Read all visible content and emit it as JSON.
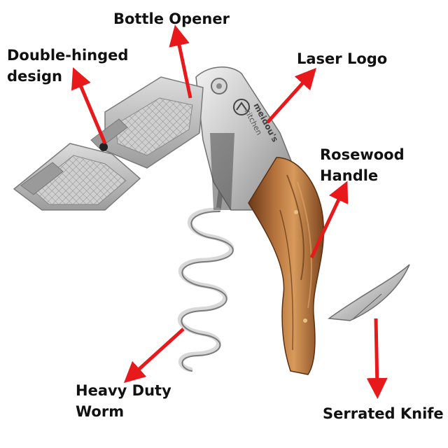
{
  "labels": {
    "bottle_opener": "Bottle Opener",
    "double_hinged_1": "Double-hinged",
    "double_hinged_2": "design",
    "laser_logo": "Laser Logo",
    "rosewood_1": "Rosewood",
    "rosewood_2": "Handle",
    "heavy_worm_1": "Heavy Duty",
    "heavy_worm_2": "Worm",
    "serrated_knife": "Serrated Knife"
  },
  "engraving": {
    "brand": "meidou's",
    "sub": "kitchen"
  },
  "colors": {
    "arrow": "#e8191b",
    "steel_light": "#e6e6e6",
    "steel_mid": "#b9b9b9",
    "steel_dark": "#6f6f6f",
    "wood_light": "#c98a4e",
    "wood_mid": "#9a5a2a",
    "wood_dark": "#6a3818",
    "text": "#111111"
  }
}
